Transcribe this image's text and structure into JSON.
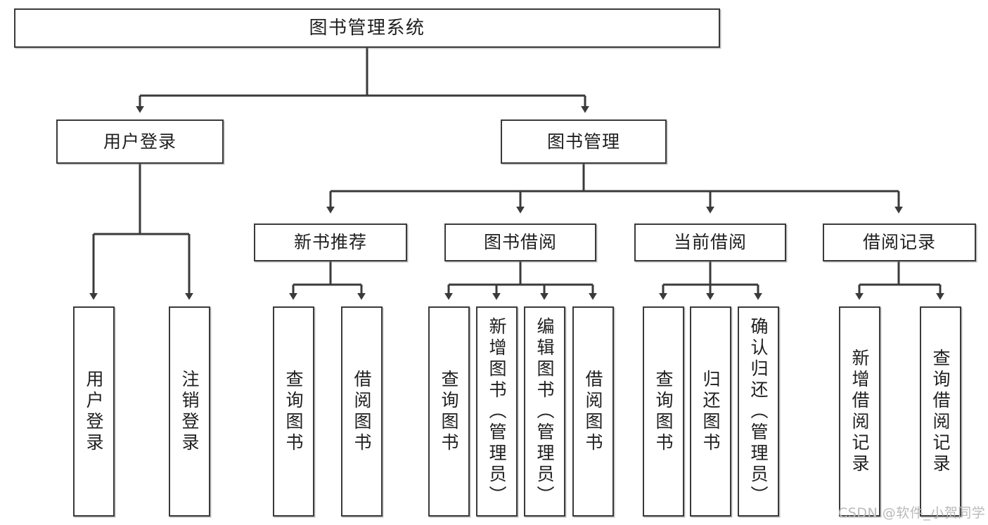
{
  "diagram": {
    "type": "hierarchy-tree",
    "title": "图书管理系统",
    "watermark": "CSDN @软件_小贺同学",
    "colors": {
      "box_border": "#3a3a3a",
      "box_fill": "#ffffff",
      "text": "#1f1f1f",
      "connector": "#3a3a3a",
      "watermark": "#b9b9b9",
      "background": "#ffffff"
    },
    "nodes": {
      "root": {
        "label": "图书管理系统"
      },
      "level2": [
        {
          "id": "user-login",
          "label": "用户登录"
        },
        {
          "id": "book-management",
          "label": "图书管理"
        }
      ],
      "level3": [
        {
          "id": "new-book-recommend",
          "label": "新书推荐"
        },
        {
          "id": "book-borrow",
          "label": "图书借阅"
        },
        {
          "id": "current-borrow",
          "label": "当前借阅"
        },
        {
          "id": "borrow-record",
          "label": "借阅记录"
        }
      ],
      "leaves": {
        "user_login": [
          {
            "id": "leaf-user-login",
            "label": "用户登录"
          },
          {
            "id": "leaf-user-logout",
            "label": "注销登录"
          }
        ],
        "new_book_recommend": [
          {
            "id": "leaf-query-book-1",
            "label": "查询图书"
          },
          {
            "id": "leaf-borrow-book-1",
            "label": "借阅图书"
          }
        ],
        "book_borrow": [
          {
            "id": "leaf-query-book-2",
            "label": "查询图书"
          },
          {
            "id": "leaf-add-book",
            "label": "新增图书（管理员）"
          },
          {
            "id": "leaf-edit-book",
            "label": "编辑图书（管理员）"
          },
          {
            "id": "leaf-borrow-book-2",
            "label": "借阅图书"
          }
        ],
        "current_borrow": [
          {
            "id": "leaf-query-book-3",
            "label": "查询图书"
          },
          {
            "id": "leaf-return-book",
            "label": "归还图书"
          },
          {
            "id": "leaf-confirm-return",
            "label": "确认归还（管理员）"
          }
        ],
        "borrow_record": [
          {
            "id": "leaf-add-record",
            "label": "新增借阅记录"
          },
          {
            "id": "leaf-query-record",
            "label": "查询借阅记录"
          }
        ]
      }
    }
  }
}
